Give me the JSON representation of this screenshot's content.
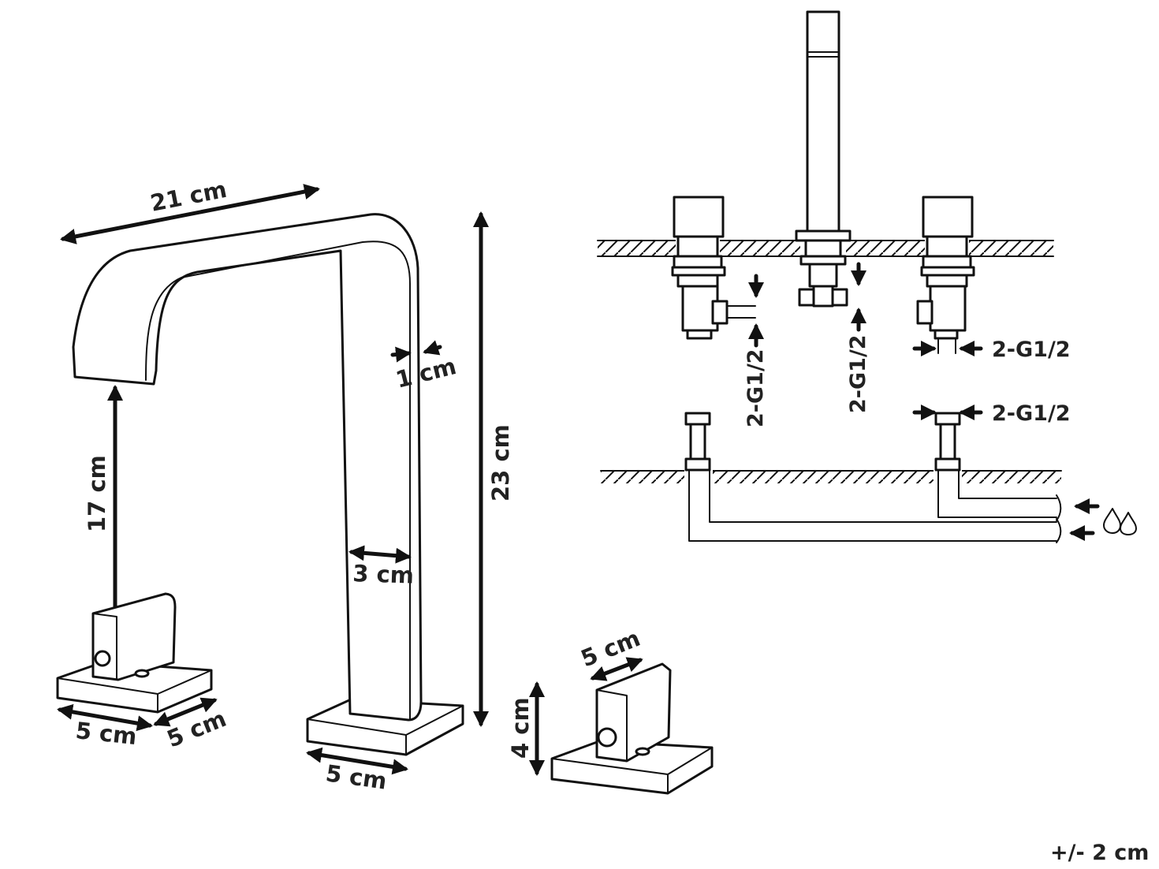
{
  "colors": {
    "line": "#111111",
    "text": "#222222",
    "background": "#ffffff"
  },
  "dimensions": {
    "spout_length": "21 cm",
    "spout_thickness": "1 cm",
    "spout_height": "23 cm",
    "spout_width": "3 cm",
    "outlet_height": "17 cm",
    "handle_base_width": "5 cm",
    "handle_base_depth": "5 cm",
    "spout_base_width": "5 cm",
    "handle_top_width": "5 cm",
    "handle_height": "4 cm"
  },
  "installation": {
    "connection_1": "2-G1/2",
    "connection_2": "2-G1/2",
    "connection_3": "2-G1/2",
    "connection_4": "2-G1/2",
    "water_icon": "water-drops-icon"
  },
  "tolerance": "+/- 2 cm"
}
